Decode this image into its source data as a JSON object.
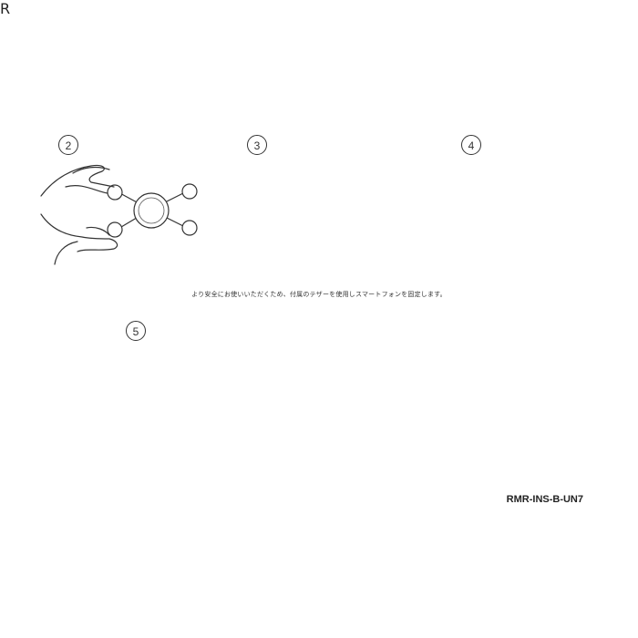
{
  "steps": [
    {
      "number": "2"
    },
    {
      "number": "3"
    },
    {
      "number": "4"
    },
    {
      "number": "5"
    }
  ],
  "caption": "より安全にお使いいただくため、付属のテザーを使用しスマートフォンを固定します。",
  "model_code": "RMR-INS-B-UN7",
  "brand_mark": "R"
}
